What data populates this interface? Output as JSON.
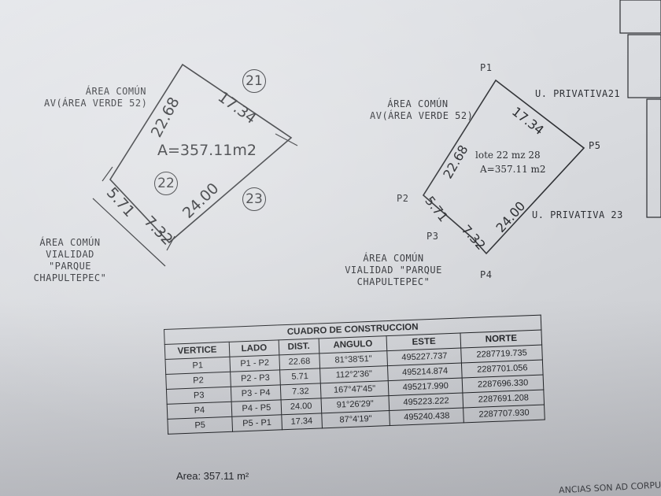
{
  "left_plan": {
    "area_comun_av": [
      "ÁREA COMÚN",
      "AV(ÁREA VERDE 52)"
    ],
    "area_comun_vialidad": [
      "ÁREA COMÚN",
      "VIALIDAD",
      "\"PARQUE",
      "CHAPULTEPEC\""
    ],
    "lot_numbers": {
      "top": "21",
      "center": "22",
      "bottom": "23"
    },
    "area": "A=357.11m2",
    "dims": {
      "d1": "22.68",
      "d2": "17.34",
      "d3": "24.00",
      "d4": "5.71",
      "d5": "7.32"
    }
  },
  "right_plan": {
    "area_comun_av": [
      "ÁREA COMÚN",
      "AV(ÁREA VERDE 52)"
    ],
    "area_comun_vialidad": [
      "ÁREA COMÚN",
      "VIALIDAD \"PARQUE",
      "CHAPULTEPEC\""
    ],
    "privativa_21": "U. PRIVATIVA21",
    "privativa_23": "U. PRIVATIVA 23",
    "lote": "lote 22 mz 28",
    "area": "A=357.11 m2",
    "vertices": {
      "p1": "P1",
      "p2": "P2",
      "p3": "P3",
      "p4": "P4",
      "p5": "P5"
    },
    "dims": {
      "d1": "22.68",
      "d2": "17.34",
      "d3": "24.00",
      "d4": "5.71",
      "d5": "7.32"
    }
  },
  "cuadro": {
    "title": "CUADRO DE CONSTRUCCION",
    "headers": [
      "VERTICE",
      "LADO",
      "DIST.",
      "ANGULO",
      "ESTE",
      "NORTE"
    ],
    "rows": [
      [
        "P1",
        "P1 - P2",
        "22.68",
        "81°38'51\"",
        "495227.737",
        "2287719.735"
      ],
      [
        "P2",
        "P2 - P3",
        "5.71",
        "112°2'36\"",
        "495214.874",
        "2287701.056"
      ],
      [
        "P3",
        "P3 - P4",
        "7.32",
        "167°47'45\"",
        "495217.990",
        "2287696.330"
      ],
      [
        "P4",
        "P4 - P5",
        "24.00",
        "91°26'29\"",
        "495223.222",
        "2287691.208"
      ],
      [
        "P5",
        "P5 - P1",
        "17.34",
        "87°4'19\"",
        "495240.438",
        "2287707.930"
      ]
    ]
  },
  "footer_area": "Area: 357.11 m²",
  "bottom_right_text": "ANCIAS SON AD CORPUS Y NO"
}
